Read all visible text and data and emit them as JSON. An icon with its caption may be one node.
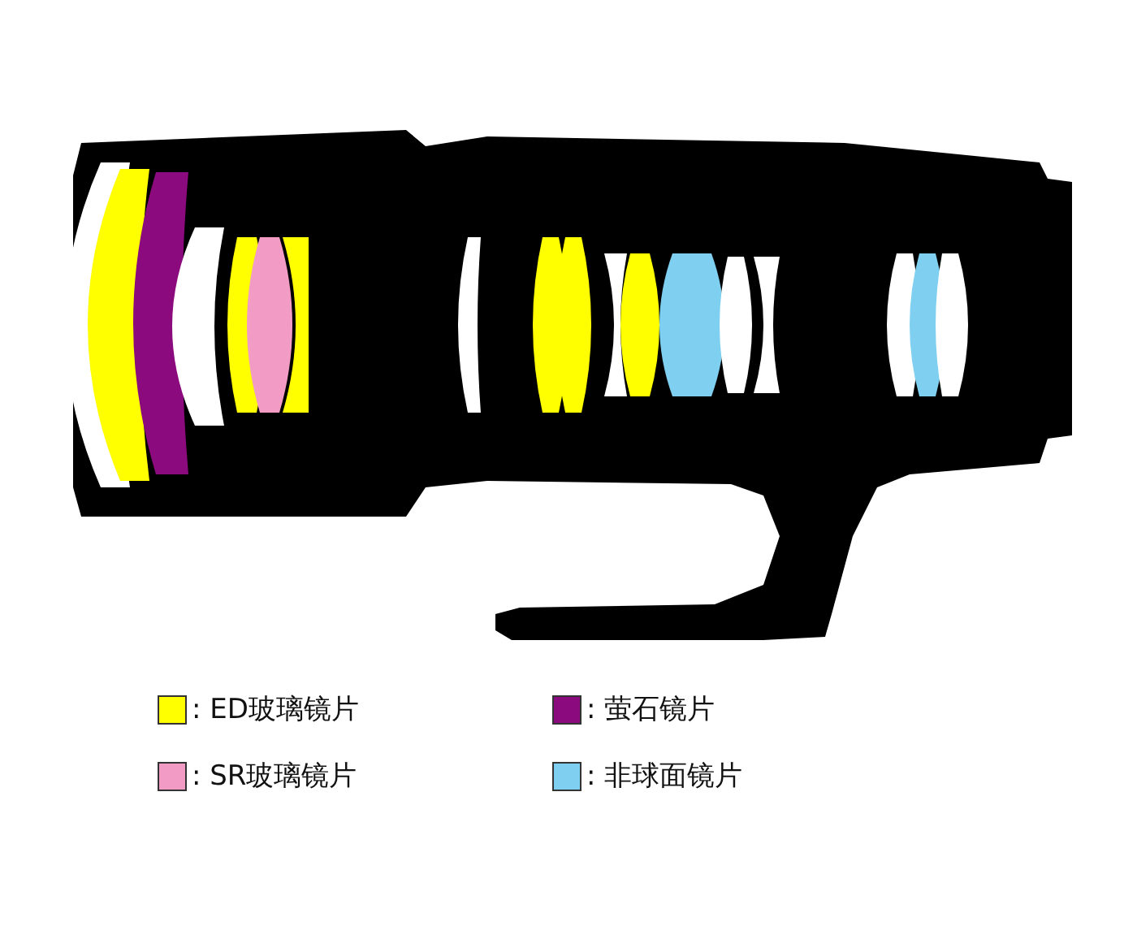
{
  "diagram": {
    "legend": [
      {
        "text": ": ED玻璃镜片",
        "color": "#ffff00"
      },
      {
        "text": ": 萤石镜片",
        "color": "#8b0a7d"
      },
      {
        "text": ": SR玻璃镜片",
        "color": "#f29bc4"
      },
      {
        "text": ": 非球面镜片",
        "color": "#7fd0f0"
      }
    ]
  }
}
